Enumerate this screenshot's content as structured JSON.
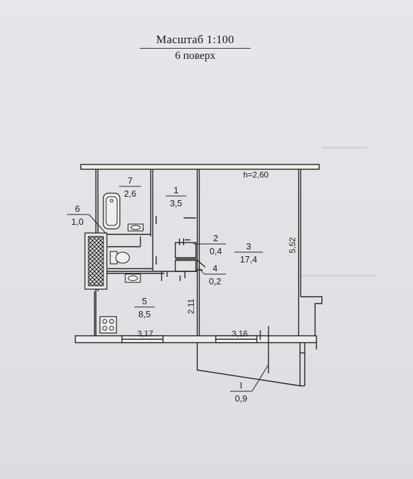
{
  "header": {
    "scale": "Масштаб 1:100",
    "floor": "6 поверх"
  },
  "ceiling_height": "h=2,60",
  "rooms": [
    {
      "num": "1",
      "area": "3,5"
    },
    {
      "num": "2",
      "area": "0,4"
    },
    {
      "num": "3",
      "area": "17,4"
    },
    {
      "num": "4",
      "area": "0,2"
    },
    {
      "num": "5",
      "area": "8,5"
    },
    {
      "num": "6",
      "area": "1,0"
    },
    {
      "num": "7",
      "area": "2,6"
    }
  ],
  "balcony": {
    "num": "I",
    "area": "0,9"
  },
  "dimensions": {
    "kitchen_width": "3,17",
    "room_width": "3,16",
    "room_length": "5,52",
    "kitchen_depth": "2,11"
  }
}
